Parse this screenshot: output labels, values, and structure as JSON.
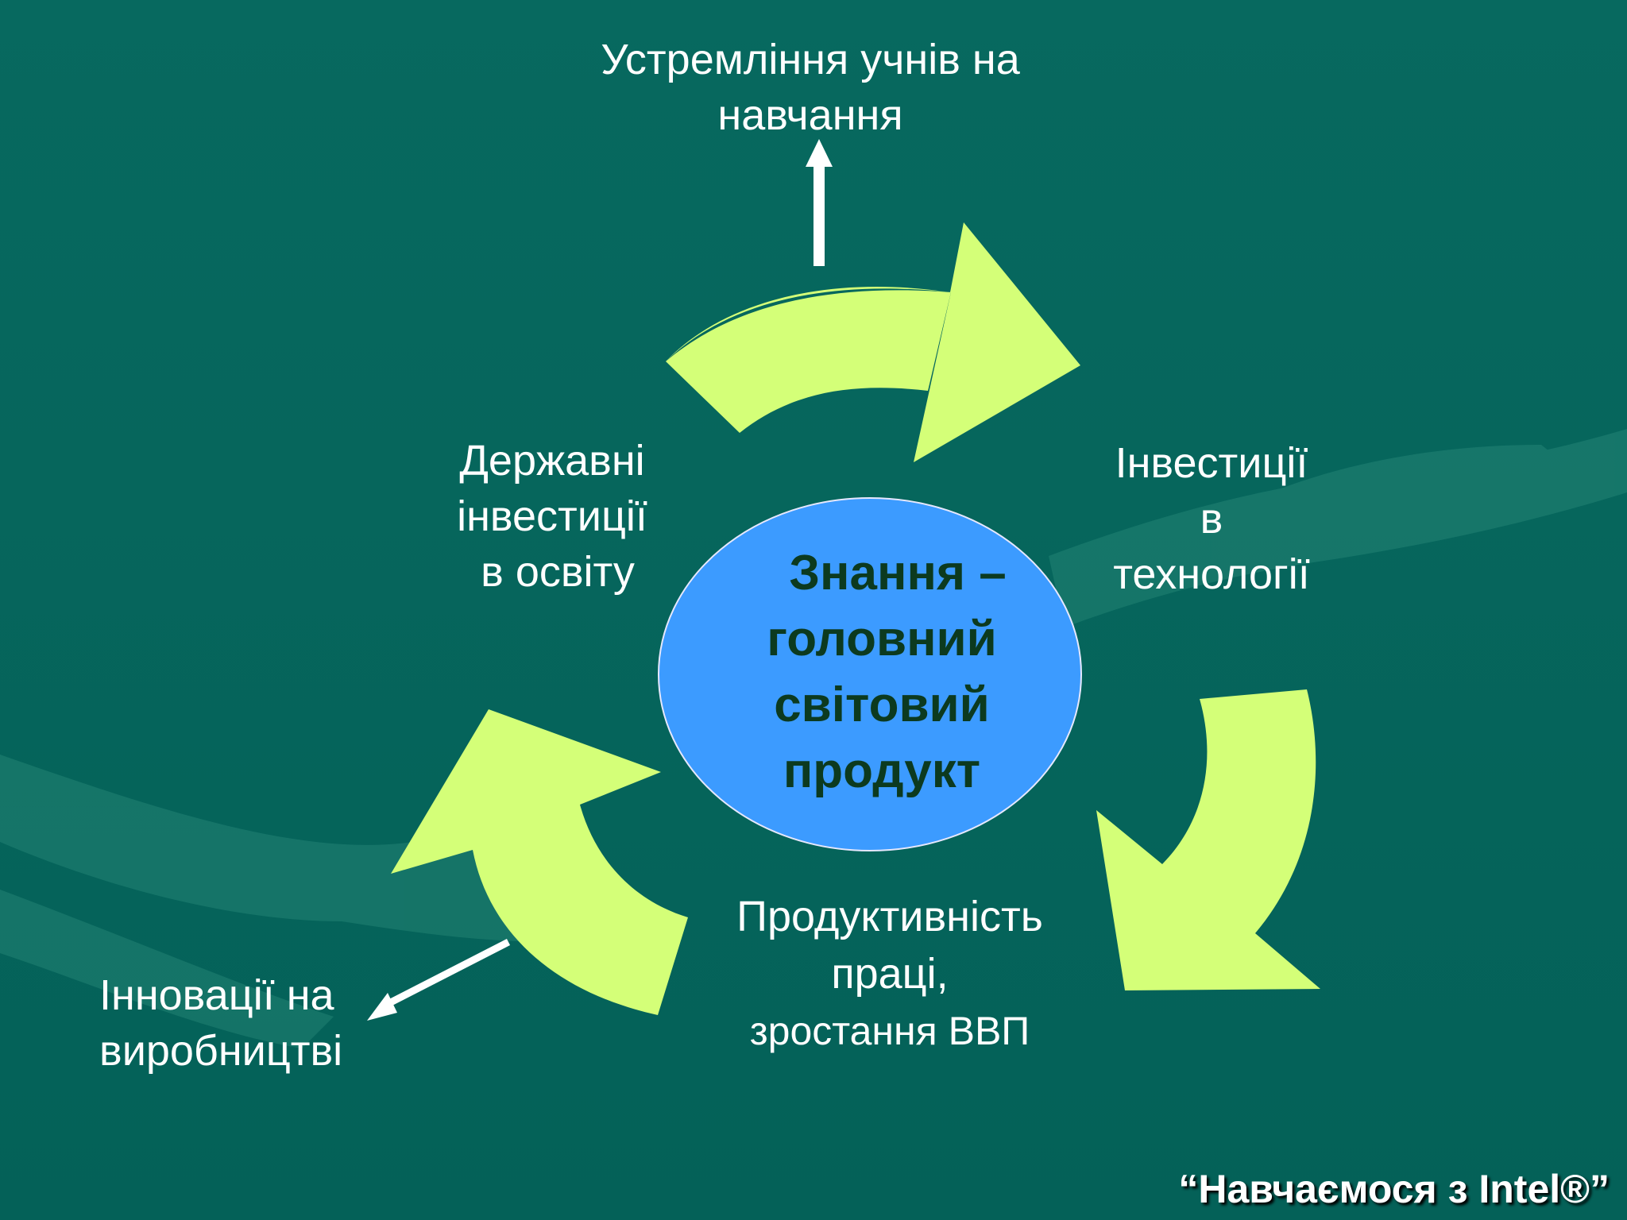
{
  "colors": {
    "background": "#07695f",
    "arrow_fill": "#d4ff78",
    "center_fill": "#3c9bff",
    "center_text": "#0c3a1f",
    "label_text": "#ffffff"
  },
  "center": {
    "lines": [
      "Знання –",
      "головний",
      "світовий",
      "продукт"
    ]
  },
  "nodes": {
    "top": {
      "lines": [
        "Устремління учнів на",
        "навчання"
      ]
    },
    "left": {
      "lines": [
        "Державні",
        "інвестиції",
        "в освіту"
      ]
    },
    "right": {
      "lines": [
        "Інвестиції",
        "в",
        "технології"
      ]
    },
    "bottom": {
      "lines": [
        "Продуктивність",
        "праці,",
        "зростання ВВП"
      ]
    },
    "bottom_left": {
      "lines": [
        "Інновації на",
        "виробництві"
      ]
    }
  },
  "footer": {
    "text": "“Навчаємося з Intel®”"
  }
}
